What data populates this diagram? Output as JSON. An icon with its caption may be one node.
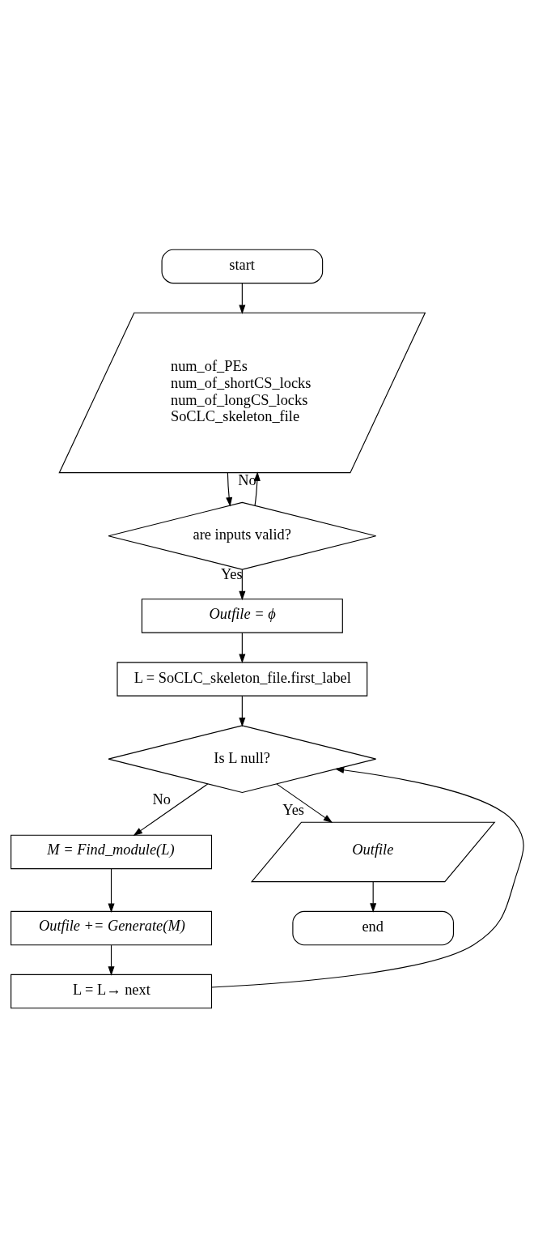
{
  "diagram": {
    "nodes": [
      {
        "text": [
          "start"
        ]
      },
      {
        "text": [
          "num_of_PEs",
          "num_of_shortCS_locks",
          "num_of_longCS_locks",
          "SoCLC_skeleton_file"
        ]
      },
      {
        "text": [
          "are inputs valid?"
        ]
      },
      {
        "text": [
          "Outfile = ϕ"
        ]
      },
      {
        "text": [
          "L = SoCLC_skeleton_file.first_label"
        ]
      },
      {
        "text": [
          "Is L null?"
        ]
      },
      {
        "text": [
          "M = Find_module(L)"
        ]
      },
      {
        "text": [
          "Outfile += Generate(M)"
        ]
      },
      {
        "text": [
          "L = L→ next"
        ]
      },
      {
        "text": [
          "Outfile"
        ]
      },
      {
        "text": [
          "end"
        ]
      }
    ],
    "edges": [
      {
        "from": 0,
        "to": 1,
        "arrow": "to"
      },
      {
        "from": 2,
        "to": 1,
        "arrow": "to",
        "label": "No"
      },
      {
        "from": 1,
        "to": 2,
        "arrow": "to"
      },
      {
        "from": 2,
        "to": 3,
        "arrow": "to",
        "label": "Yes"
      },
      {
        "from": 3,
        "to": 4,
        "arrow": "to"
      },
      {
        "from": 4,
        "to": 5,
        "arrow": "to"
      },
      {
        "from": 8,
        "to": 5,
        "arrow": "to"
      },
      {
        "from": 5,
        "to": 9,
        "arrow": "to",
        "label": "Yes"
      },
      {
        "from": 5,
        "to": 6,
        "arrow": "to",
        "label": "No"
      },
      {
        "from": 6,
        "to": 7,
        "arrow": "to"
      },
      {
        "from": 7,
        "to": 8,
        "arrow": "to"
      },
      {
        "from": 9,
        "to": 10,
        "arrow": "to"
      }
    ]
  }
}
